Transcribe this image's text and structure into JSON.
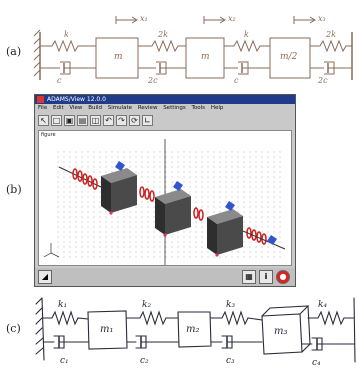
{
  "panels": [
    {
      "id": "a",
      "label": "(a)"
    },
    {
      "id": "b",
      "label": "(b)"
    },
    {
      "id": "c",
      "label": "(c)"
    }
  ],
  "panel_a": {
    "displacements": [
      "x₁",
      "x₂",
      "x₃"
    ],
    "springs": [
      "k",
      "2k",
      "k",
      "2k"
    ],
    "dampers": [
      "c",
      "2c",
      "c",
      "2c"
    ],
    "masses": [
      "m",
      "m",
      "m/2"
    ]
  },
  "panel_b": {
    "window_title": "ADAMS/View 12.0.0",
    "menu": [
      "File",
      "Edit",
      "View",
      "Build",
      "Simulate",
      "Review",
      "Settings",
      "Tools",
      "Help"
    ],
    "viewport_label": "figure",
    "status_info_label": "i"
  },
  "panel_c": {
    "springs": [
      "k₁",
      "k₂",
      "k₃",
      "k₄"
    ],
    "dampers": [
      "c₁",
      "c₂",
      "c₃",
      "c₄"
    ],
    "masses": [
      "m₁",
      "m₂",
      "m₃"
    ]
  },
  "colors": {
    "ink_a": "#8a6a5a",
    "ink_c": "#2a2a3a",
    "titlebar": "#1f3b8a",
    "block": "#4a4a4a",
    "spring": "#cc2222",
    "marker": "#3355cc"
  }
}
